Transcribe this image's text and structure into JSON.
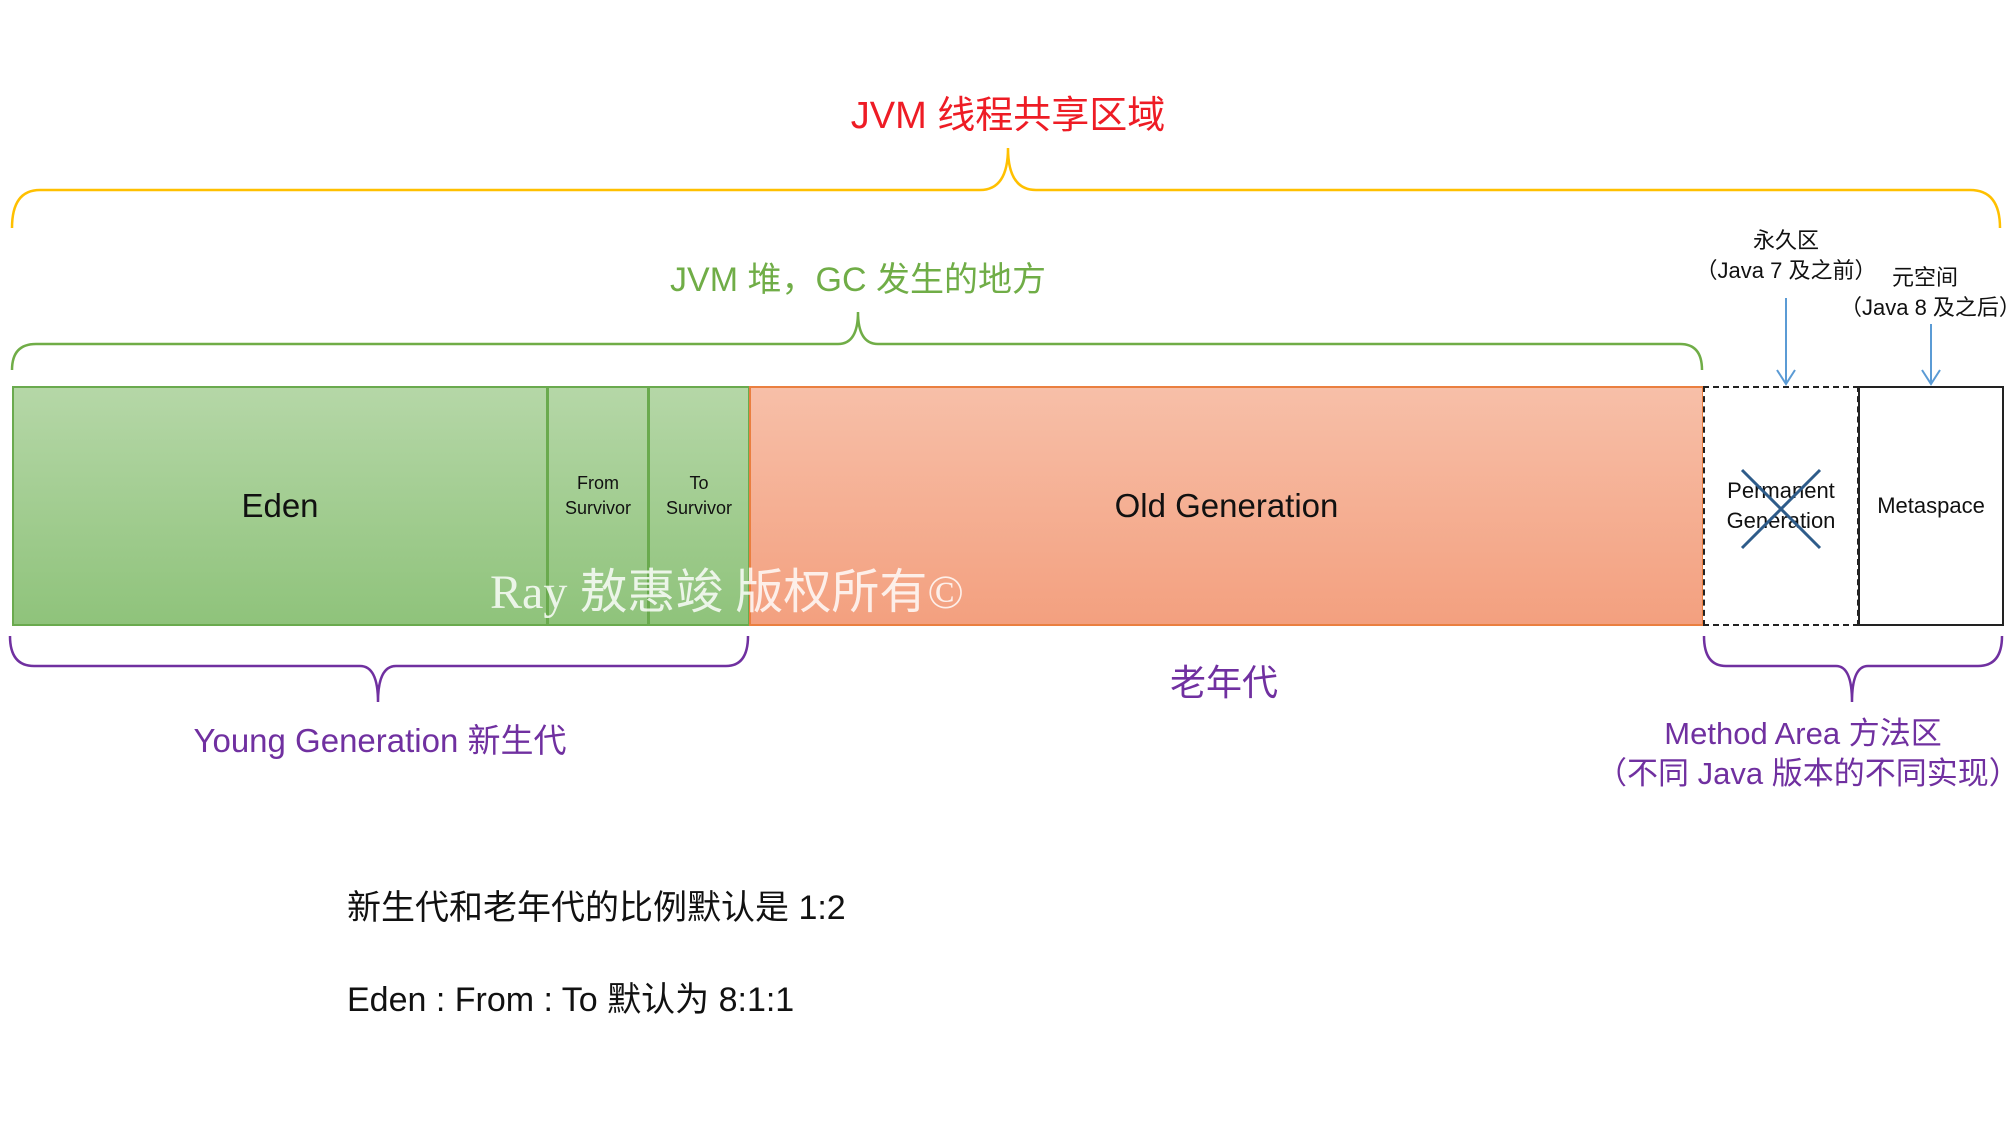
{
  "shared_region": {
    "label": "JVM 线程共享区域",
    "color": "#ee1c25"
  },
  "heap": {
    "label": "JVM 堆，GC 发生的地方",
    "color": "#70ad47"
  },
  "blocks": {
    "eden": "Eden",
    "from_survivor_line1": "From",
    "from_survivor_line2": "Survivor",
    "to_survivor_line1": "To",
    "to_survivor_line2": "Survivor",
    "old_generation": "Old Generation",
    "permanent_line1": "Permanent",
    "permanent_line2": "Generation",
    "metaspace": "Metaspace"
  },
  "permanent_callout": {
    "line1": "永久区",
    "line2": "（Java 7 及之前）"
  },
  "metaspace_callout": {
    "line1": "元空间",
    "line2": "（Java 8 及之后）"
  },
  "watermark": "Ray 敖惠竣 版权所有©",
  "bottom_labels": {
    "young": "Young Generation 新生代",
    "old": "老年代",
    "method_area_line1": "Method Area 方法区",
    "method_area_line2": "（不同 Java 版本的不同实现）",
    "color": "#7030a0"
  },
  "notes": {
    "ratio_young_old": "新生代和老年代的比例默认是 1:2",
    "ratio_eden_survivor": "Eden : From : To 默认为 8:1:1"
  },
  "colors": {
    "young_fill": "#a9d18e",
    "old_fill": "#f4b183",
    "shared_bracket": "#ffc000",
    "heap_bracket": "#70ad47",
    "bottom_bracket": "#7030a0",
    "arrow": "#5b9bd5",
    "cross": "#2e5c8a"
  }
}
